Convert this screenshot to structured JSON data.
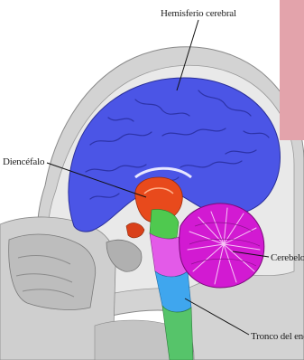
{
  "labels": {
    "hemisferio": "Hemisferio cerebral",
    "diencefalo": "Diencéfalo",
    "cerebelo": "Cerebelo",
    "tronco": "Tronco del enc"
  },
  "colors": {
    "background": "#ffffff",
    "accent_box": "#e3a3ab",
    "cerebral_hemisphere": "#4b55e6",
    "diencephalon": "#e84a1c",
    "cerebellum": "#d21ad2",
    "brainstem_green": "#4fc94f",
    "brainstem_magenta": "#e35ae8",
    "brainstem_blue": "#3fa6ee",
    "skull": "#c9c9c9",
    "leader_line": "#111111"
  }
}
